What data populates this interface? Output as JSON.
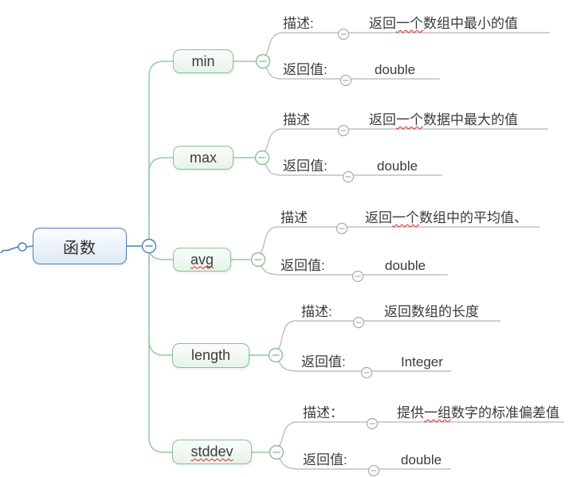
{
  "root": {
    "label": "函数"
  },
  "children": [
    {
      "label": "min",
      "desc_label": "描述:",
      "desc_value": {
        "prefix": "返回",
        "mis": "一个",
        "suffix": "数组中最小的值"
      },
      "ret_label": "返回值:",
      "ret_value": "double"
    },
    {
      "label": "max",
      "desc_label": "描述",
      "desc_value": {
        "prefix": "返回",
        "mis": "一个",
        "suffix": "数据中最大的值"
      },
      "ret_label": "返回值:",
      "ret_value": "double"
    },
    {
      "label": "avg",
      "desc_label": "描述",
      "desc_value": {
        "prefix": "返回",
        "mis": "一个",
        "suffix": "数组中的平均值、"
      },
      "ret_label": "返回值:",
      "ret_value": "double"
    },
    {
      "label": "length",
      "desc_label": "描述:",
      "desc_value": {
        "prefix": "",
        "mis": "",
        "suffix": "返回数组的长度"
      },
      "ret_label": "返回值:",
      "ret_value": "Integer"
    },
    {
      "label": "stddev",
      "desc_label": "描述：",
      "desc_value": {
        "prefix": "提供",
        "mis": "一组",
        "suffix": "数字的标准偏差值"
      },
      "ret_label": "返回值:",
      "ret_value": "double"
    }
  ],
  "icons": {
    "collapse": "minus"
  },
  "colors": {
    "blue": "#4d7ebc",
    "green_border": "#85c293",
    "green_line": "#94cba1",
    "gray_line": "#b4b4b4",
    "gray_circle": "#a9a9a9",
    "text_dark": "#3c3c3c",
    "squiggle_red": "#e0281e",
    "root_fill_top": "#fcfdff",
    "root_fill_bottom": "#dde9f5",
    "child_fill_top": "#fbfdfb",
    "child_fill_bottom": "#e7f3ea"
  }
}
